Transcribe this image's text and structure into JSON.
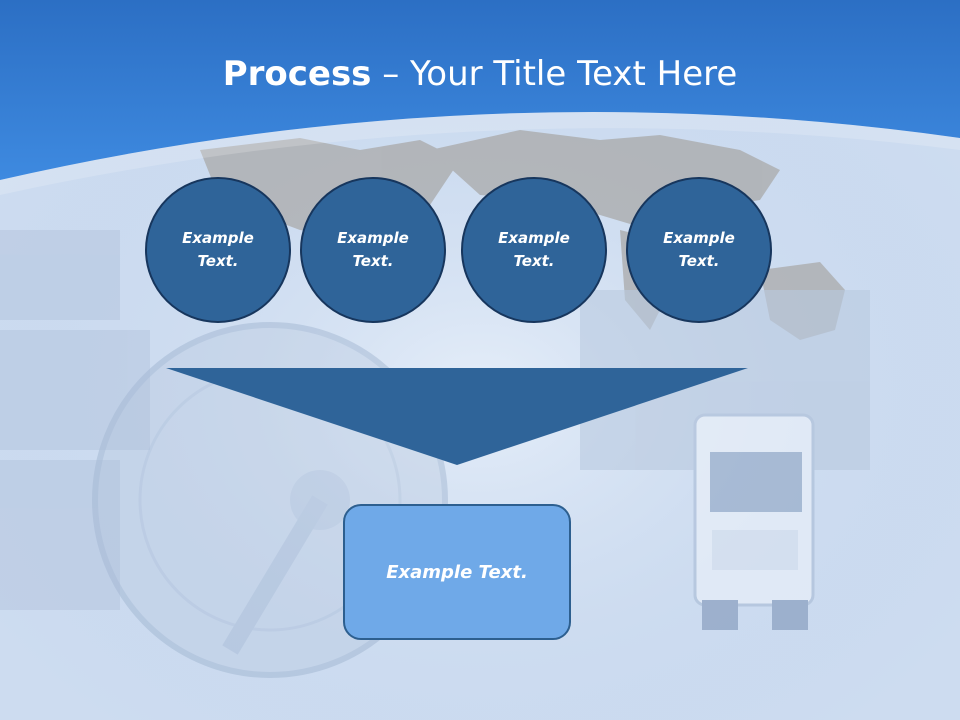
{
  "title": {
    "bold": "Process",
    "rest": " – Your Title Text Here"
  },
  "steps": [
    {
      "line1": "Example",
      "line2": "Text."
    },
    {
      "line1": "Example",
      "line2": "Text."
    },
    {
      "line1": "Example",
      "line2": "Text."
    },
    {
      "line1": "Example",
      "line2": "Text."
    }
  ],
  "result": {
    "label": "Example Text."
  },
  "colors": {
    "header_blue": "#2f78d4",
    "circle_fill": "#2f6499",
    "circle_border": "#17365d",
    "funnel_fill": "#2f6499",
    "result_fill": "#6fa9e8",
    "result_border": "#2d5f8f"
  }
}
